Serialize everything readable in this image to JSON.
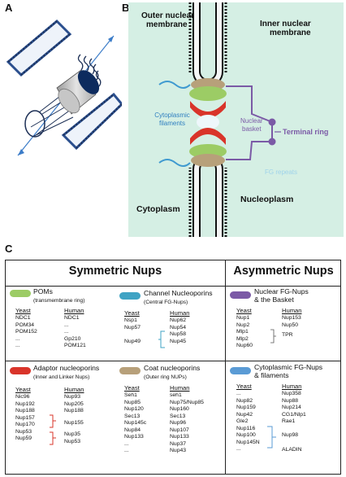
{
  "panels": {
    "a": "A",
    "b": "B",
    "c": "C"
  },
  "diagram_b": {
    "outer_membrane": [
      "Outer nuclear",
      "membrane"
    ],
    "inner_membrane": [
      "Inner nuclear",
      "membrane"
    ],
    "cytoplasmic_filaments": [
      "Cytoplasmic",
      "filaments"
    ],
    "nuclear_basket": [
      "Nuclear",
      "basket"
    ],
    "terminal_ring": "Terminal ring",
    "fg_repeats": "FG repeats",
    "cytoplasm": "Cytoplasm",
    "nucleoplasm": "Nucleoplasm",
    "colors": {
      "background": "#d5efe4",
      "filaments": "#3f9ad0",
      "basket": "#7b5aa6",
      "fg": "#9fd3ea",
      "red": "#d9342a",
      "green": "#9ccc65",
      "tan": "#b7a07a"
    }
  },
  "table": {
    "symmetric_header": "Symmetric Nups",
    "asymmetric_header": "Asymmetric Nups",
    "col_yeast": "Yeast",
    "col_human": "Human",
    "poms": {
      "title": "POMs",
      "subtitle": "(transmembrane ring)",
      "color": "#9ccc65",
      "yeast": [
        "NDC1",
        "POM34",
        "POM152",
        "...",
        "..."
      ],
      "human": [
        "NDC1",
        "...",
        "...",
        "Gp210",
        "POM121"
      ]
    },
    "channel": {
      "title": "Channel Nucleoporins",
      "subtitle": "(Central FG-Nups)",
      "color": "#3fa3c4",
      "yeast": [
        "Nsp1",
        "Nup57",
        "",
        "Nup49",
        ""
      ],
      "human": [
        "Nup62",
        "Nup54",
        "Nup58",
        "Nup45"
      ]
    },
    "basket": {
      "title_line1": "Nuclear   FG-Nups",
      "title_line2": "& the Basket",
      "color": "#7b5aa6",
      "yeast": [
        "Nup1",
        "Nup2",
        "Mlp1",
        "Mlp2",
        "Nup60"
      ],
      "human": [
        "Nup153",
        "Nup50",
        "TPR"
      ]
    },
    "adaptor": {
      "title": "Adaptor nucleoporins",
      "subtitle": "(Inner and Linker Nups)",
      "color": "#d9342a",
      "yeast": [
        "Nic96",
        "Nup192",
        "Nup188",
        "Nup157",
        "Nup170",
        "Nup53",
        "Nup59"
      ],
      "human": [
        "Nup93",
        "Nup205",
        "Nup188",
        "Nup155",
        "Nup35",
        "Nup53"
      ]
    },
    "coat": {
      "title": "Coat nucleoporins",
      "subtitle": "(Outer ring NUPs)",
      "color": "#b7a07a",
      "yeast": [
        "Seh1",
        "Nup85",
        "Nup120",
        "Sec13",
        "Nup145c",
        "Nup84",
        "Nup133",
        "...",
        "..."
      ],
      "human": [
        "seh1",
        "Nup75/Nup85",
        "Nup160",
        "Sec13",
        "Nup96",
        "Nup107",
        "Nup133",
        "Nup37",
        "Nup43"
      ]
    },
    "cyto": {
      "title_line1": "Cytoplasmic FG-Nups",
      "title_line2": "& filaments",
      "color": "#5a9bd5",
      "yeast": [
        "...",
        "Nup82",
        "Nup159",
        "Nup42",
        "Gle2",
        "Nup116",
        "Nup100",
        "Nup145N",
        "..."
      ],
      "human": [
        "Nup358",
        "Nup88",
        "Nup214",
        "CG1/Nlp1",
        "Rae1",
        "Nup98",
        "ALADIN"
      ]
    }
  }
}
